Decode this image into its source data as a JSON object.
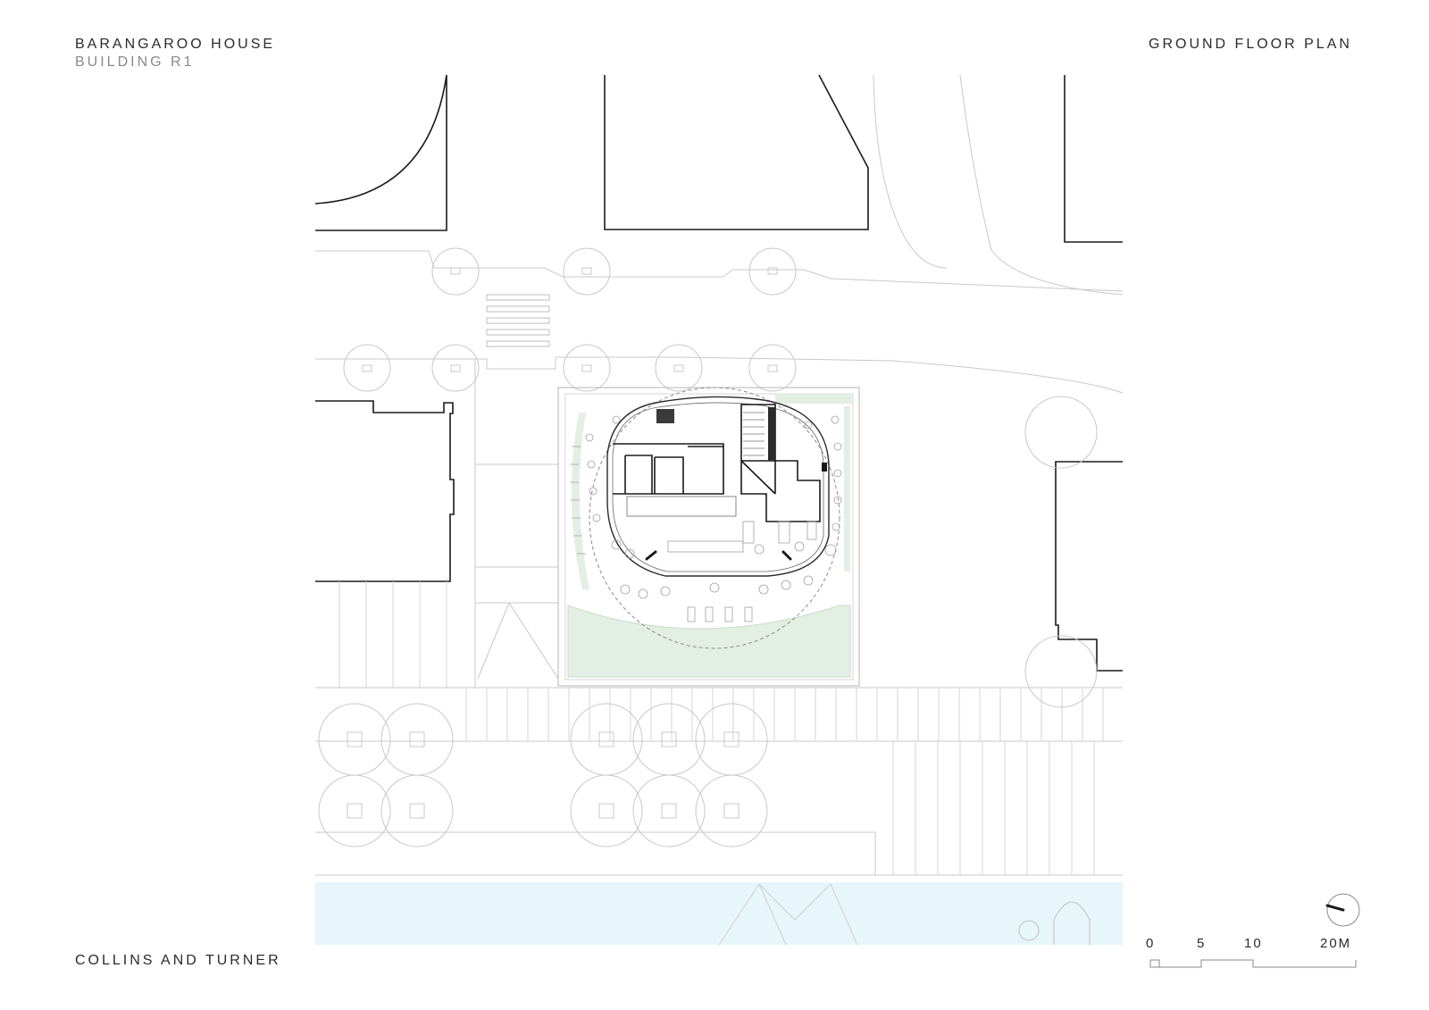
{
  "header": {
    "project": "BARANGAROO HOUSE",
    "building": "BUILDING R1",
    "sheet_title": "GROUND FLOOR PLAN"
  },
  "footer": {
    "architect": "COLLINS AND TURNER"
  },
  "scale_bar": {
    "labels": [
      "0",
      "5",
      "10",
      "20M"
    ]
  },
  "icons": {
    "north": "north-arrow-icon"
  },
  "colors": {
    "line": "#1a1a1a",
    "light_line": "#bfbfbf",
    "landscape": "#e3efe3",
    "water": "#e6f6fa"
  }
}
